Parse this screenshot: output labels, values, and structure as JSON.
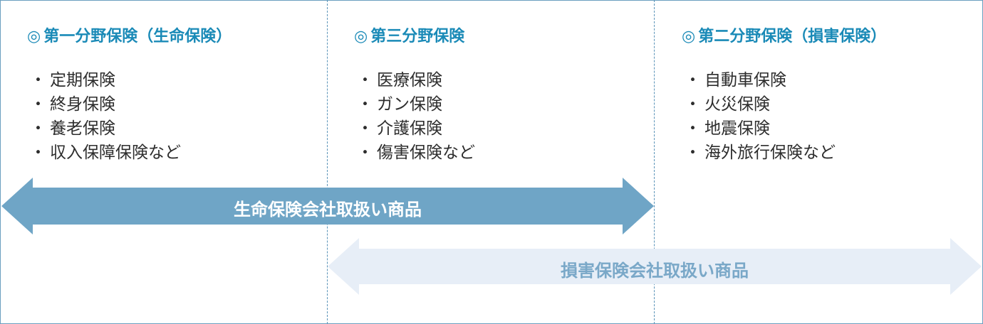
{
  "columns": [
    {
      "mark": "◎",
      "title": "第一分野保険（生命保険）",
      "items": [
        "定期保険",
        "終身保険",
        "養老保険",
        "収入保障保険など"
      ]
    },
    {
      "mark": "◎",
      "title": "第三分野保険",
      "items": [
        "医療保険",
        "ガン保険",
        "介護保険",
        "傷害保険など"
      ]
    },
    {
      "mark": "◎",
      "title": "第二分野保険（損害保険）",
      "items": [
        "自動車保険",
        "火災保険",
        "地震保険",
        "海外旅行保険など"
      ]
    }
  ],
  "bullet": "・",
  "arrows": {
    "life": {
      "label": "生命保険会社取扱い商品",
      "fill": "#6fa5c6",
      "text_color": "#ffffff"
    },
    "nonlife": {
      "label": "損害保険会社取扱い商品",
      "fill": "#e7eef7",
      "text_color": "#7aa8c8"
    }
  },
  "colors": {
    "title": "#1a8ab7",
    "frame": "#6a9fbf",
    "divider": "#5a93b8",
    "text": "#2d2d2d"
  }
}
